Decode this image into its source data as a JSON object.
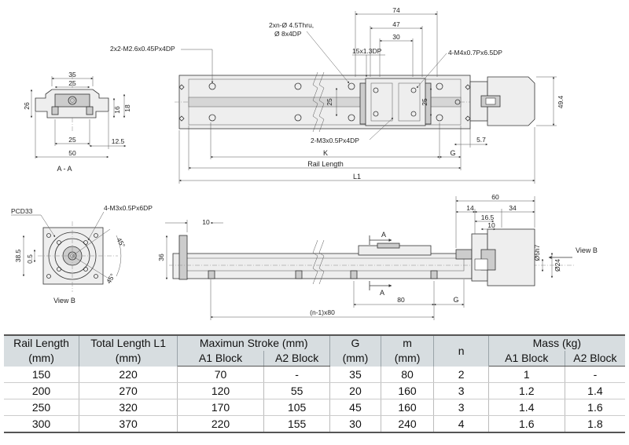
{
  "drawing": {
    "section_view": {
      "caption": "A - A",
      "dims": {
        "w35": "35",
        "w25_top": "25",
        "h26": "26",
        "h16": "16",
        "h18": "18",
        "w25_bottom": "25",
        "w12_5": "12.5",
        "w50": "50"
      }
    },
    "top_view": {
      "callouts": {
        "tapped_end": "2x2-M2.6x0.45Px4DP",
        "thru_holes": "2xn-Ø 4.5Thru,",
        "counterbore": "Ø 8x4DP",
        "block_holes": "4-M4x0.7Px6.5DP",
        "bottom_holes": "2-M3x0.5Px4DP",
        "slot": "15x1.3DP"
      },
      "dims": {
        "d74": "74",
        "d47": "47",
        "d30": "30",
        "d25_left": "25",
        "d25_right": "25",
        "d49_4": "49.4",
        "d5_7": "5.7",
        "K": "K",
        "G": "G",
        "rail_length": "Rail Length",
        "L1": "L1"
      }
    },
    "view_b": {
      "caption": "View B",
      "callouts": {
        "pcd": "PCD33",
        "screws": "4-M3x0.5Px6DP"
      },
      "dims": {
        "d38_5": "38.5",
        "d0_5": "0.5",
        "angle1": "45°",
        "angle2": "45°"
      }
    },
    "side_view": {
      "section_mark_top": "A",
      "section_mark_bottom": "A",
      "view_arrow_label": "View B",
      "dims": {
        "d10_left": "10",
        "d36": "36",
        "d60": "60",
        "d14": "14",
        "d34": "34",
        "d16_5": "16.5",
        "d10_right": "10",
        "shaft": "Ø5h7",
        "boss": "Ø24",
        "d80": "80",
        "G": "G",
        "pitch": "(n-1)x80"
      }
    }
  },
  "table": {
    "headers": {
      "rail_length": [
        "Rail Length",
        "(mm)"
      ],
      "total_length": [
        "Total Length L1",
        "(mm)"
      ],
      "max_stroke": "Maximun Stroke (mm)",
      "a1_block": "A1 Block",
      "a2_block": "A2 Block",
      "g": [
        "G",
        "(mm)"
      ],
      "m": [
        "m",
        "(mm)"
      ],
      "n": "n",
      "mass": "Mass (kg)",
      "mass_a1": "A1 Block",
      "mass_a2": "A2 Block"
    },
    "rows": [
      [
        "150",
        "220",
        "70",
        "-",
        "35",
        "80",
        "2",
        "1",
        "-"
      ],
      [
        "200",
        "270",
        "120",
        "55",
        "20",
        "160",
        "3",
        "1.2",
        "1.4"
      ],
      [
        "250",
        "320",
        "170",
        "105",
        "45",
        "160",
        "3",
        "1.4",
        "1.6"
      ],
      [
        "300",
        "370",
        "220",
        "155",
        "30",
        "240",
        "4",
        "1.6",
        "1.8"
      ]
    ]
  }
}
